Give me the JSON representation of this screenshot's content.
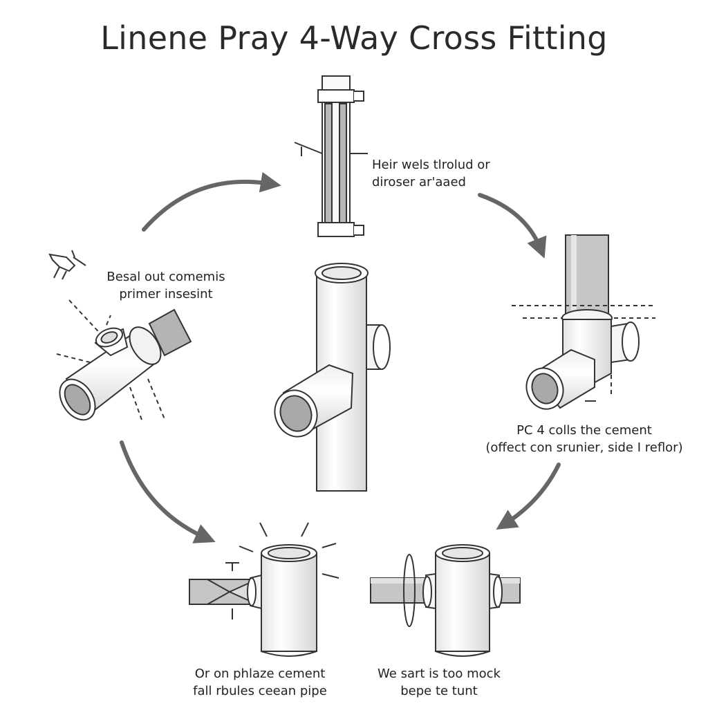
{
  "title": "Linene Pray 4-Way Cross Fitting",
  "captions": {
    "top": [
      "Heir wels tlrolud or",
      "diroser ar'aaed"
    ],
    "left": [
      "Besal out comemis",
      "primer insesint"
    ],
    "right": [
      "PC  4 colls the cement",
      "(offect con srunier, side I reflor)"
    ],
    "bottom_left": [
      "Or on phlaze cement",
      "fall rbules ceean pipe"
    ],
    "bottom_right": [
      "We sart is too mock",
      "bepe te tunt"
    ]
  },
  "colors": {
    "line": "#333333",
    "pipe_fill": "#f4f4f4",
    "pipe_shade": "#d2d2d2",
    "inner_gray": "#a9a9a9",
    "arrow": "#666666"
  }
}
